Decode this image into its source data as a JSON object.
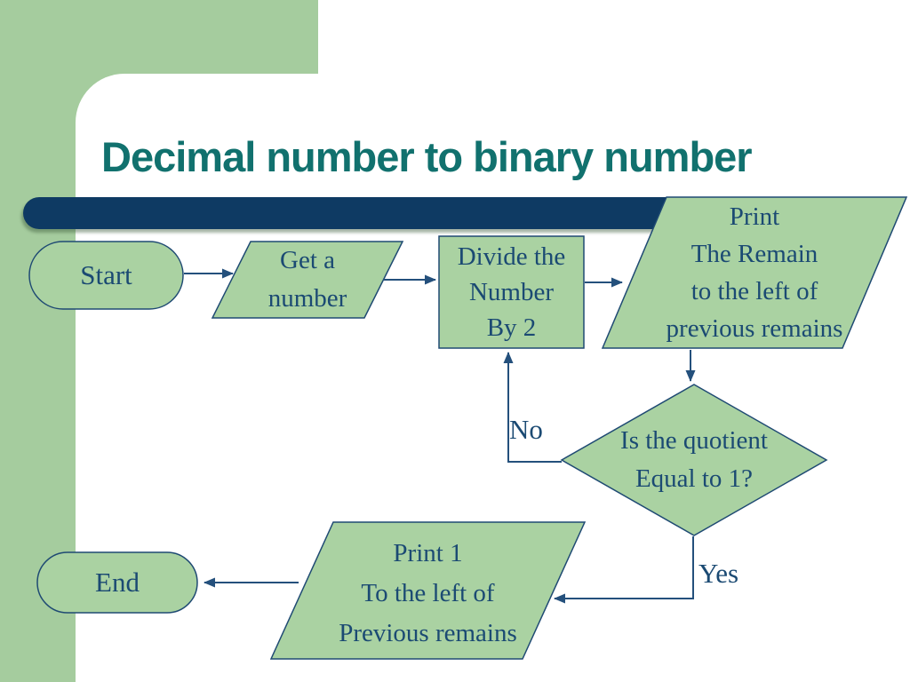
{
  "slide": {
    "title": "Decimal number to binary number",
    "colors": {
      "background_green": "#a5cc9e",
      "shape_fill": "#aad2a2",
      "navy_bar": "#0e3a63",
      "shape_outline": "#1f4a73",
      "title_color": "#11716e",
      "text_color": "#1b4a73"
    }
  },
  "flowchart": {
    "nodes": {
      "start": {
        "type": "terminator",
        "label": "Start"
      },
      "get_number": {
        "type": "input-parallelogram",
        "lines": [
          "Get a",
          "number"
        ]
      },
      "divide": {
        "type": "process",
        "lines": [
          "Divide the",
          "Number",
          "By 2"
        ]
      },
      "print_remain": {
        "type": "output-parallelogram",
        "lines": [
          "Print",
          "The Remain",
          "to the left of",
          "previous remains"
        ]
      },
      "decision": {
        "type": "decision-diamond",
        "lines": [
          "Is the quotient",
          "Equal to 1?"
        ]
      },
      "print_one": {
        "type": "output-parallelogram",
        "lines": [
          "Print 1",
          "To the left of",
          "Previous remains"
        ]
      },
      "end": {
        "type": "terminator",
        "label": "End"
      }
    },
    "edge_labels": {
      "no": "No",
      "yes": "Yes"
    }
  }
}
